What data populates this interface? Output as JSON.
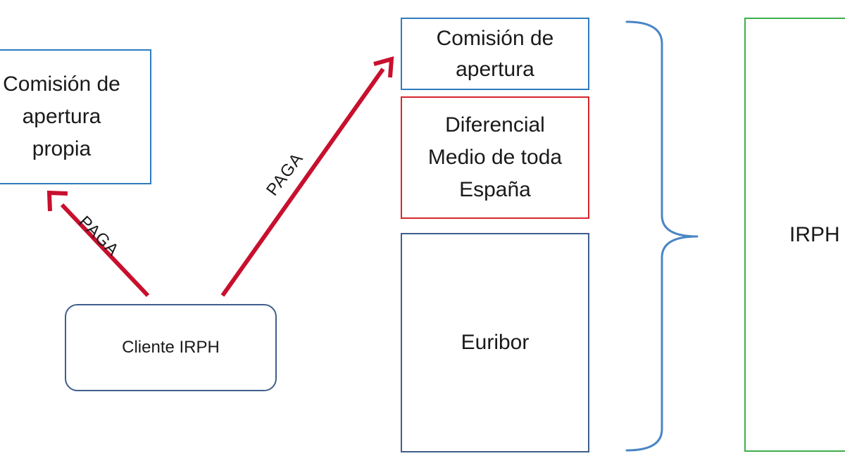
{
  "colors": {
    "arrow": "#c8102e",
    "brace": "#4a86c5",
    "blue_border": "#2e7bbf",
    "red_border": "#d6262c",
    "navy_border": "#3f5e8c",
    "green_border": "#3fae4a"
  },
  "nodes": {
    "propia": {
      "lines": [
        "Comisión de",
        "apertura",
        "propia"
      ]
    },
    "cliente": {
      "label": "Cliente IRPH"
    },
    "comision": {
      "lines": [
        "Comisión de",
        "apertura"
      ]
    },
    "diferencial": {
      "lines": [
        "Diferencial",
        "Medio de toda",
        "España"
      ]
    },
    "euribor": {
      "label": "Euribor"
    },
    "irph": {
      "label": "IRPH"
    }
  },
  "edges": [
    {
      "from": "cliente",
      "to": "propia",
      "label": "PAGA"
    },
    {
      "from": "cliente",
      "to": "comision",
      "label": "PAGA"
    }
  ]
}
